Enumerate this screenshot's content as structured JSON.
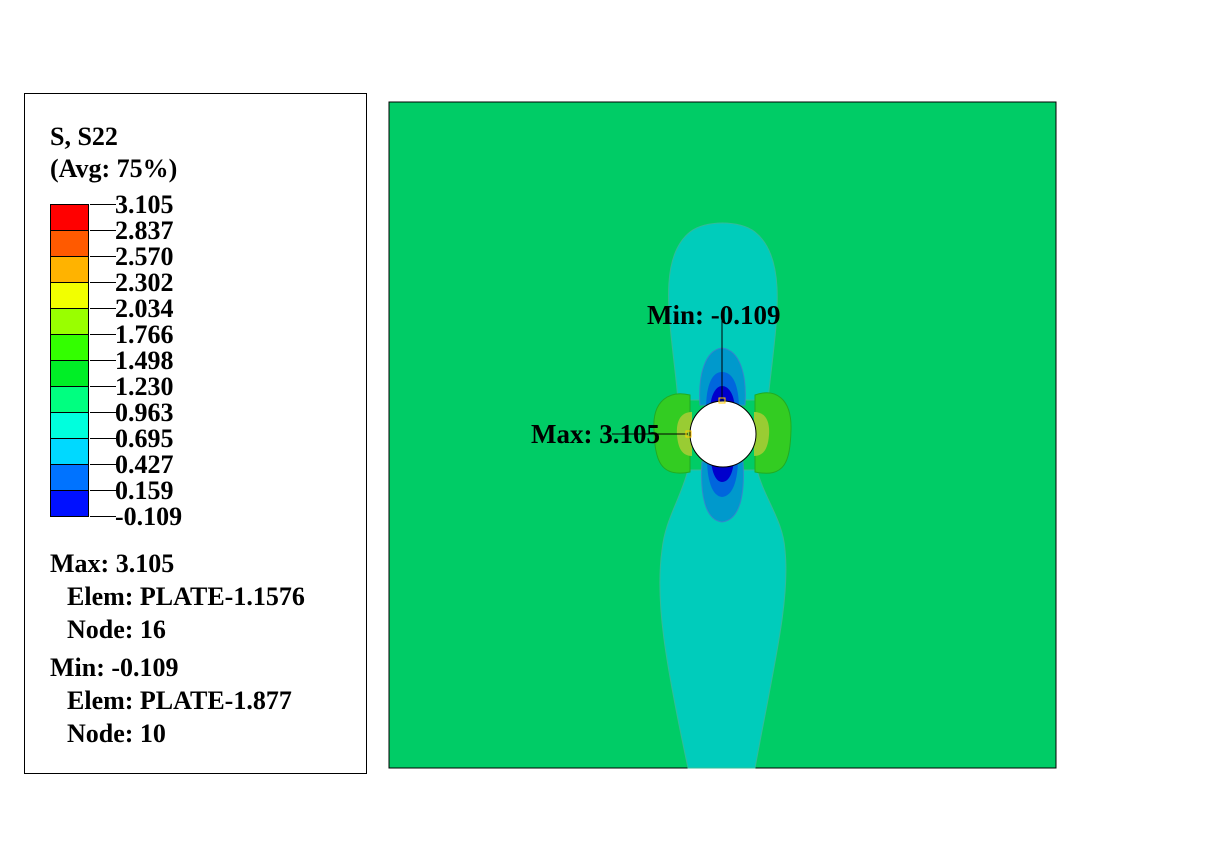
{
  "legend": {
    "title": "S, S22",
    "subtitle": "(Avg: 75%)",
    "levels": [
      {
        "value": "3.105",
        "color": "#ff0000"
      },
      {
        "value": "2.837",
        "color": "#ff5a00"
      },
      {
        "value": "2.570",
        "color": "#ffb300"
      },
      {
        "value": "2.302",
        "color": "#f2ff00"
      },
      {
        "value": "2.034",
        "color": "#99ff00"
      },
      {
        "value": "1.766",
        "color": "#33ff00"
      },
      {
        "value": "1.498",
        "color": "#00ef26"
      },
      {
        "value": "1.230",
        "color": "#00ff80"
      },
      {
        "value": "0.963",
        "color": "#00ffdd"
      },
      {
        "value": "0.695",
        "color": "#00d9ff"
      },
      {
        "value": "0.427",
        "color": "#0073ff"
      },
      {
        "value": "0.159",
        "color": "#0010ff"
      },
      {
        "value": "-0.109",
        "color": ""
      }
    ],
    "max": {
      "label": "Max: 3.105",
      "elem": "Elem: PLATE-1.1576",
      "node": "Node: 16"
    },
    "min": {
      "label": "Min: -0.109",
      "elem": "Elem: PLATE-1.877",
      "node": "Node: 10"
    }
  },
  "plot": {
    "min_annotation": "Min: -0.109",
    "max_annotation": "Max: 3.105",
    "colors": {
      "background": "#00cc66",
      "band_cyan": "#00ccbb",
      "band_light_blue": "#0099cc",
      "band_blue": "#0066dd",
      "band_dark_blue": "#0000cc",
      "lobe_green": "#33cc22",
      "lobe_yellow": "#99cc33"
    }
  }
}
